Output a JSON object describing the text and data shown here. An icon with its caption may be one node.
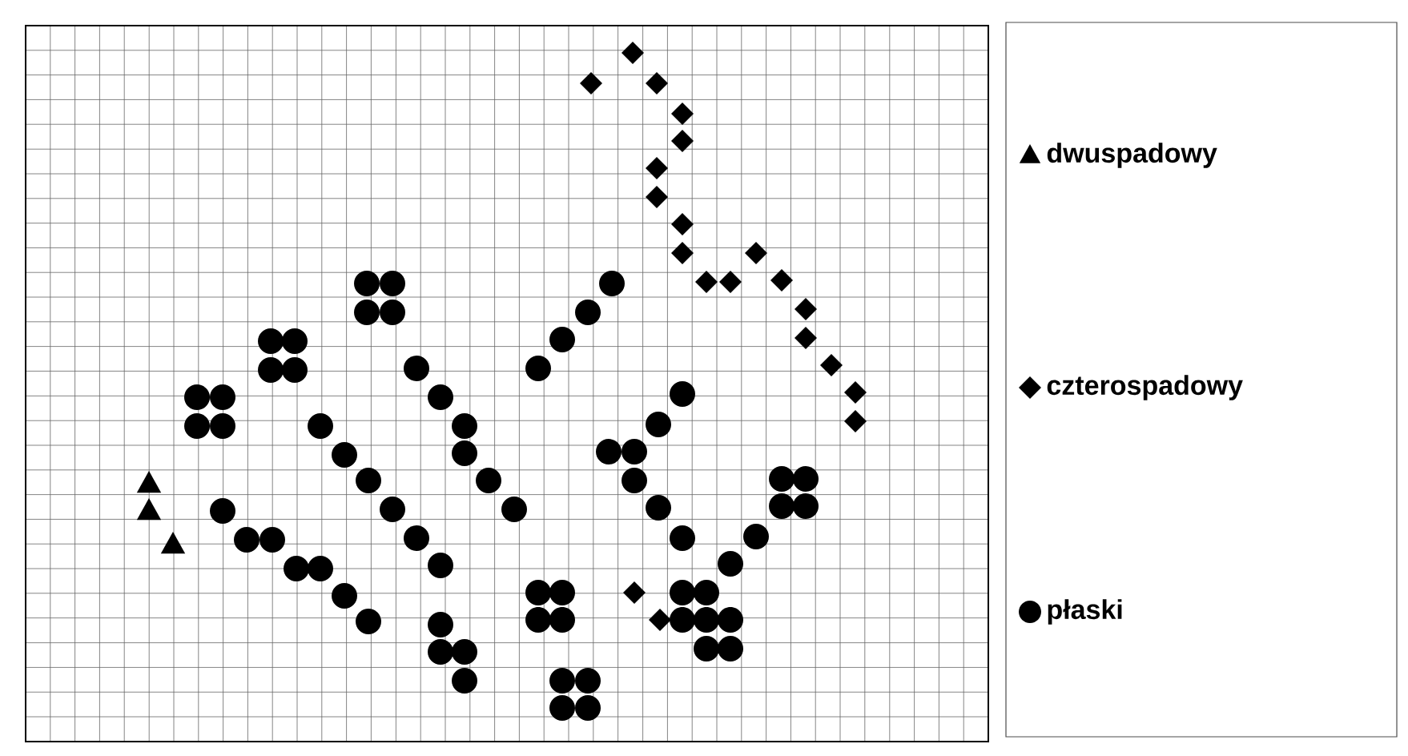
{
  "diagram": {
    "legend": [
      {
        "text": "dwuspadowy"
      },
      {
        "text": "czterospadowy"
      },
      {
        "text": "płaski"
      }
    ]
  }
}
